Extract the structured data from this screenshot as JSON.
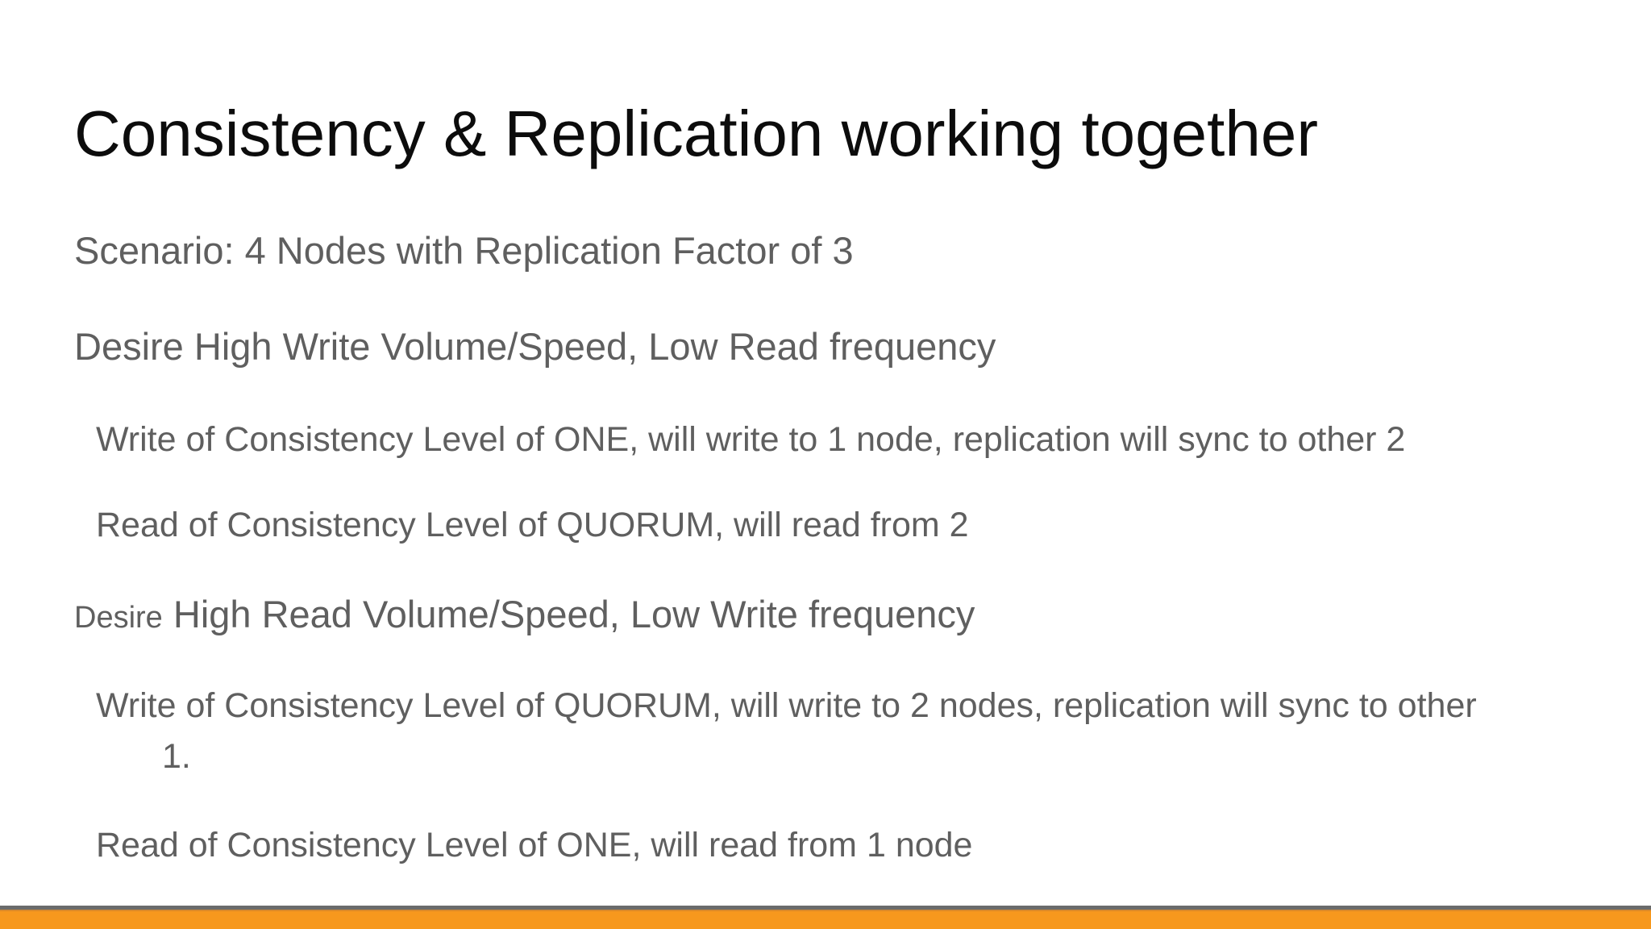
{
  "slide": {
    "title": "Consistency & Replication working together",
    "paragraphs": [
      {
        "text": "Scenario: 4 Nodes with Replication Factor of 3",
        "level": 1
      },
      {
        "text": "Desire High Write Volume/Speed, Low Read frequency",
        "level": 1
      },
      {
        "text": "Write of Consistency Level of ONE, will write to 1 node, replication will sync to other 2",
        "level": 2
      },
      {
        "text": "Read of Consistency Level of QUORUM, will read from 2",
        "level": 2
      },
      {
        "prefix": "Desire",
        "text": " High Read Volume/Speed, Low Write frequency",
        "level": 1
      },
      {
        "text": "Write of Consistency Level of QUORUM, will write to 2 nodes, replication will sync to other",
        "continuation": "1.",
        "level": 2
      },
      {
        "text": "Read of Consistency Level of ONE, will read from 1 node",
        "level": 2
      }
    ],
    "colors": {
      "background": "#ffffff",
      "title_text": "#0c0c0c",
      "body_text": "#5f5f5f",
      "footer_line": "#6b6b6b",
      "footer_bar": "#f7981d",
      "footer_bar_edge": "#d9892a"
    }
  }
}
